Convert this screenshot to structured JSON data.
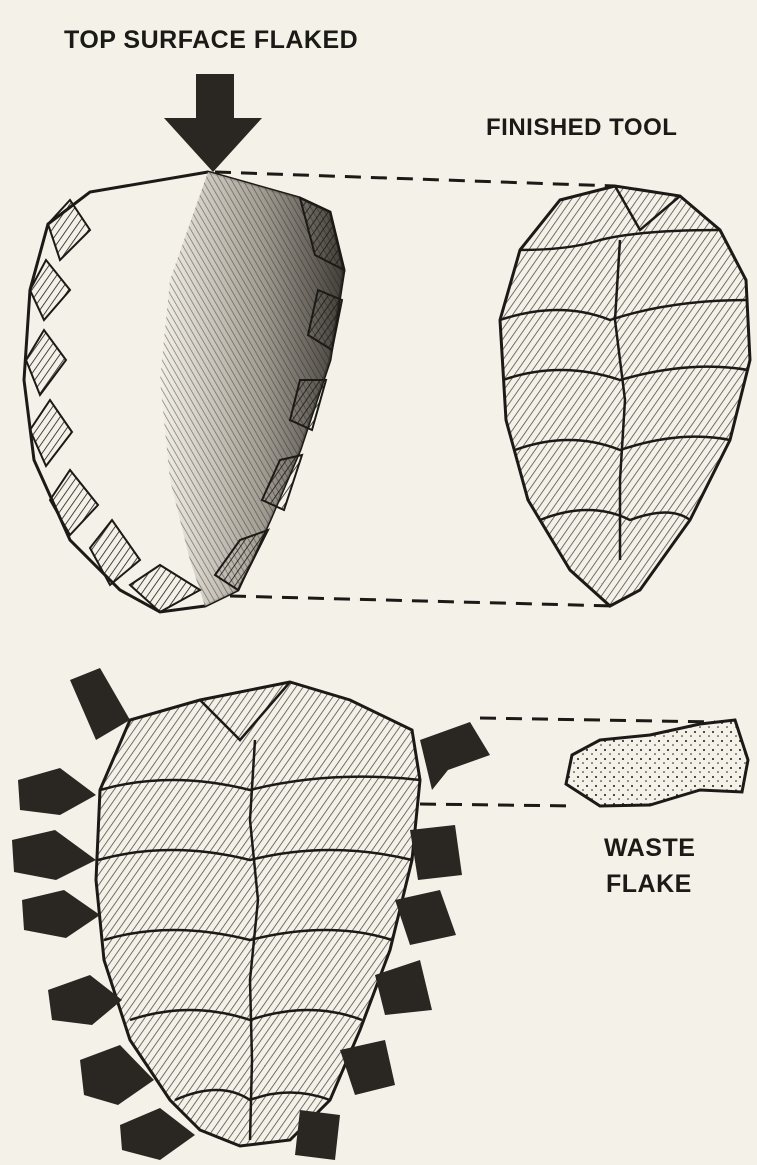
{
  "labels": {
    "top_surface": "TOP SURFACE FLAKED",
    "finished_tool": "FINISHED TOOL",
    "waste_line1": "WASTE",
    "waste_line2": "FLAKE"
  },
  "colors": {
    "paper": "#f4f1e8",
    "ink": "#1c1a17",
    "arrow": "#2a2723"
  }
}
